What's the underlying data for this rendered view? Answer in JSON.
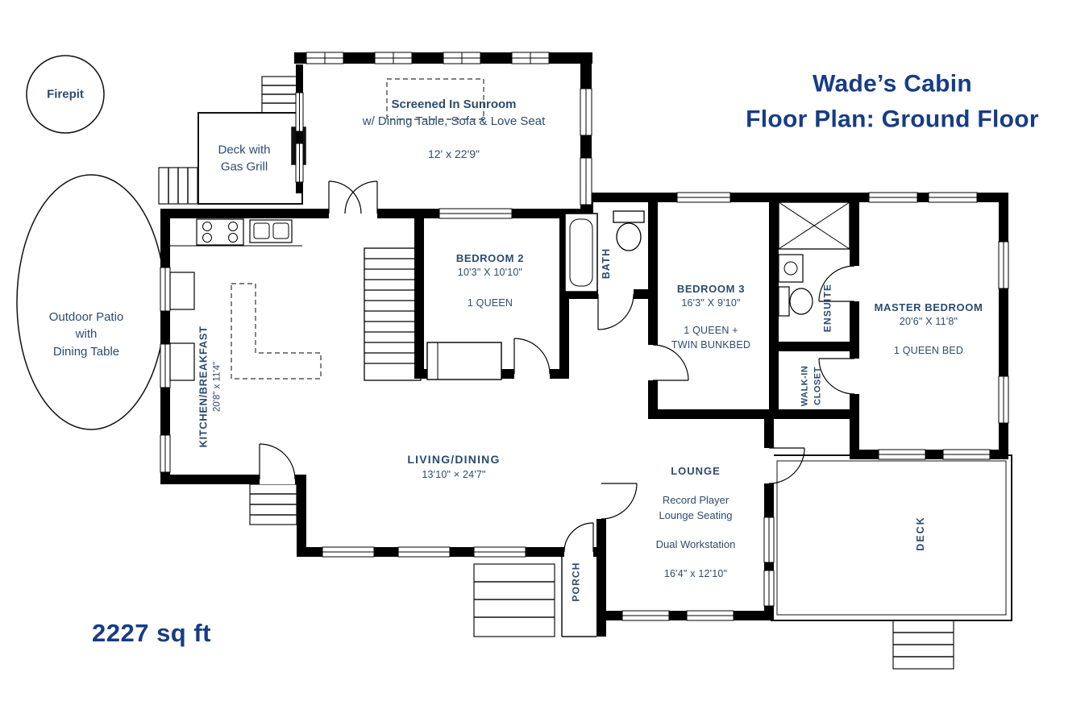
{
  "colors": {
    "title_navy": "#173C85",
    "label_navy": "#2B4B6F",
    "wall_black": "#000000"
  },
  "header": {
    "title_line1": "Wade’s Cabin",
    "title_line2": "Floor Plan: Ground Floor"
  },
  "footer": {
    "total_area": "2227 sq ft"
  },
  "outdoor": {
    "firepit_label": "Firepit",
    "grill_deck_line1": "Deck with",
    "grill_deck_line2": "Gas Grill",
    "patio_line1": "Outdoor Patio",
    "patio_line2": "with",
    "patio_line3": "Dining Table",
    "porch_label": "PORCH",
    "deck_label": "DECK"
  },
  "rooms": {
    "sunroom": {
      "name": "Screened In Sunroom",
      "description": "w/ Dining Table, Sofa & Love Seat",
      "dimensions": "12' x 22'9\""
    },
    "kitchen": {
      "name": "KITCHEN/BREAKFAST",
      "dimensions": "20'8\" x 11'4\""
    },
    "bedroom2": {
      "name": "BEDROOM 2",
      "dimensions": "10'3\" X 10'10\"",
      "beds": "1 QUEEN"
    },
    "bath": {
      "name": "BATH"
    },
    "bedroom3": {
      "name": "BEDROOM 3",
      "dimensions": "16'3\" X 9'10\"",
      "beds_line1": "1 QUEEN +",
      "beds_line2": "TWIN BUNKBED"
    },
    "ensuite": {
      "name": "ENSUITE"
    },
    "walk_in_closet": {
      "name_line1": "WALK-IN",
      "name_line2": "CLOSET"
    },
    "master_bedroom": {
      "name": "MASTER BEDROOM",
      "dimensions": "20'6\" X 11'8\"",
      "beds": "1 QUEEN BED"
    },
    "living_dining": {
      "name": "LIVING/DINING",
      "dimensions": "13'10\" × 24'7\""
    },
    "lounge": {
      "name": "LOUNGE",
      "feature_line1": "Record Player",
      "feature_line2": "Lounge Seating",
      "feature_line3": "Dual Workstation",
      "dimensions": "16'4\" x 12'10\""
    }
  }
}
